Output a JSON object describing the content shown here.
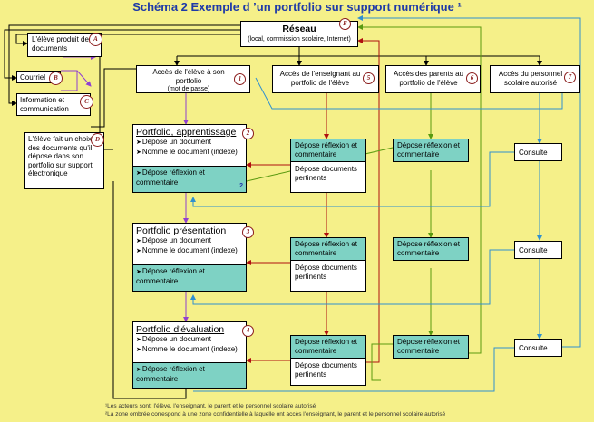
{
  "title": "Schéma 2  Exemple d ’un portfolio sur support numérique ¹",
  "reseau": {
    "label": "Réseau",
    "sub": "(local, commission scolaire, Internet)",
    "marker": "E"
  },
  "actors": {
    "eleve_produit": {
      "text": "L'élève produit des documents",
      "marker": "A"
    },
    "courriel": {
      "text": "Courriel",
      "marker": "B"
    },
    "info": {
      "text": "Information et communication",
      "marker": "C"
    },
    "eleve_choix": {
      "text": "L'élève fait un choix des documents qu'il dépose dans son portfolio sur support électronique",
      "marker": "D"
    }
  },
  "access": [
    {
      "text": "Accès de l'élève à son portfolio",
      "sub": "(mot de passe)",
      "marker": "1"
    },
    {
      "text": "Accès de l'enseignant au portfolio de l'élève",
      "marker": "5"
    },
    {
      "text": "Accès des parents au portfolio de l'élève",
      "marker": "6"
    },
    {
      "text": "Accès du personnel scolaire autorisé",
      "marker": "7"
    }
  ],
  "portfolios": [
    {
      "title": "Portfolio, apprentissage",
      "marker": "2",
      "items": [
        "Dépose un document",
        "Nomme le document (indexe)"
      ],
      "shade": "Dépose réflexion et commentaire",
      "note": "2"
    },
    {
      "title": "Portfolio présentation",
      "marker": "3",
      "items": [
        "Dépose un document",
        "Nomme le document (indexe)"
      ],
      "shade": "Dépose réflexion et commentaire"
    },
    {
      "title": "Portfolio d'évaluation",
      "marker": "4",
      "items": [
        "Dépose un document",
        "Nomme le document (indexe)"
      ],
      "shade": "Dépose réflexion et commentaire"
    }
  ],
  "teacher": {
    "shade": "Dépose réflexion et commentaire",
    "plain": "Dépose documents pertinents"
  },
  "parent": {
    "shade": "Dépose réflexion et commentaire"
  },
  "staff": {
    "label": "Consulte"
  },
  "footnotes": [
    "¹Les acteurs sont: l'élève, l'enseignant, le parent et le personnel scolaire autorisé",
    "²La zone ombrée correspond à une zone confidentielle à laquelle ont accès l'enseignant, le parent et le personnel scolaire autorisé"
  ],
  "colors": {
    "background": "#f5f089",
    "shade": "#7ed2c4",
    "title": "#1f3aa8",
    "arrow_black": "#000000",
    "arrow_red": "#b01010",
    "arrow_green": "#5a9a10",
    "arrow_blue": "#3090d0",
    "arrow_purple": "#9040d0"
  }
}
